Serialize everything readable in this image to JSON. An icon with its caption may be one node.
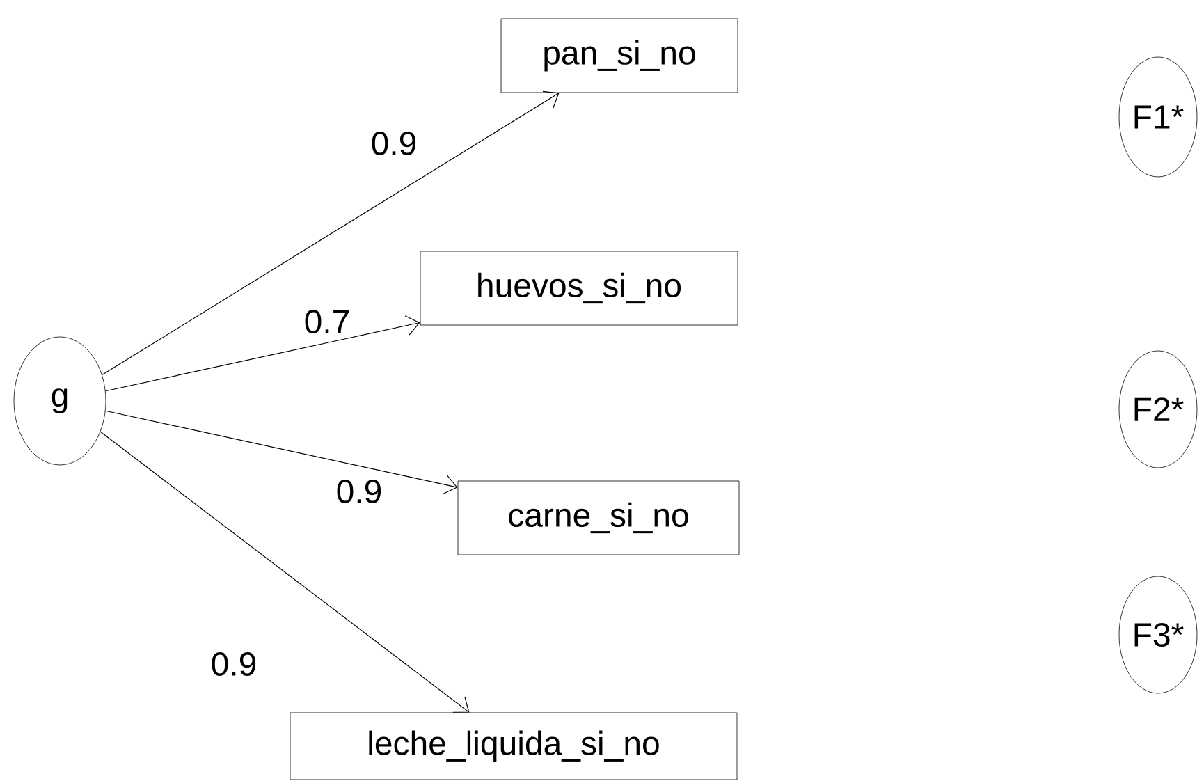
{
  "diagram": {
    "nodes": [
      {
        "text": [
          "g"
        ]
      },
      {
        "text": [
          "pan_si_no"
        ]
      },
      {
        "text": [
          "huevos_si_no"
        ]
      },
      {
        "text": [
          "carne_si_no"
        ]
      },
      {
        "text": [
          "leche_liquida_si_no"
        ]
      },
      {
        "text": [
          "F1*"
        ]
      },
      {
        "text": [
          "F2*"
        ]
      },
      {
        "text": [
          "F3*"
        ]
      }
    ],
    "edges": [
      {
        "from": 0,
        "to": 1,
        "arrow": "to",
        "label": "0.9"
      },
      {
        "from": 0,
        "to": 2,
        "arrow": "to",
        "label": "0.7"
      },
      {
        "from": 0,
        "to": 3,
        "arrow": "to",
        "label": "0.9"
      },
      {
        "from": 0,
        "to": 4,
        "arrow": "to",
        "label": "0.9"
      }
    ]
  }
}
